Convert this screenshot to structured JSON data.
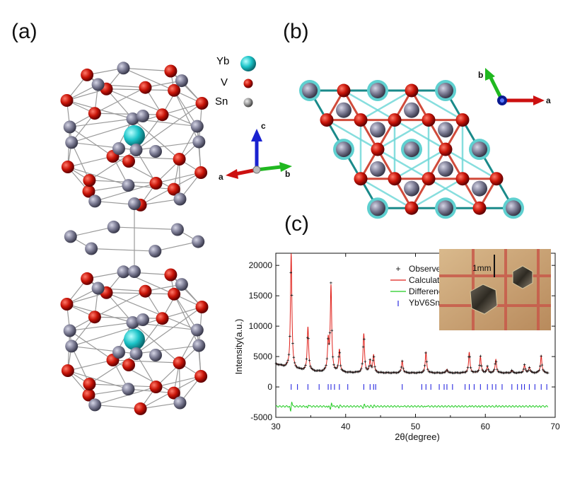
{
  "panels": {
    "a": "(a)",
    "b": "(b)",
    "c": "(c)"
  },
  "legend_atoms": [
    {
      "label": "Yb",
      "color": "#22c8c8"
    },
    {
      "label": "V",
      "color": "#cc1a10"
    },
    {
      "label": "Sn",
      "color": "#8a8a9a"
    }
  ],
  "axes_a": {
    "c": "c",
    "a": "a",
    "b": "b"
  },
  "axes_b": {
    "b": "b",
    "a": "a"
  },
  "photo": {
    "scale_label": "1mm"
  },
  "chart_data": {
    "type": "line",
    "xlabel": "2θ(degree)",
    "ylabel": "Intensity(a.u.)",
    "xlim": [
      30,
      70
    ],
    "ylim": [
      -5000,
      22000
    ],
    "xticks": [
      30,
      40,
      50,
      60,
      70
    ],
    "yticks": [
      -5000,
      0,
      5000,
      10000,
      15000,
      20000
    ],
    "legend_position": "top-right",
    "series": [
      {
        "name": "Observed",
        "marker": "+",
        "color": "#111111"
      },
      {
        "name": "Calculated",
        "line": "solid",
        "color": "#e0201a"
      },
      {
        "name": "Difference",
        "line": "solid",
        "color": "#22cc22"
      },
      {
        "name": "YbV6Sn6",
        "marker": "|",
        "color": "#2a2ae0"
      }
    ],
    "background": 2300,
    "peaks": [
      {
        "x": 32.2,
        "y": 21200
      },
      {
        "x": 34.6,
        "y": 9500
      },
      {
        "x": 37.5,
        "y": 7200
      },
      {
        "x": 37.9,
        "y": 16300
      },
      {
        "x": 39.1,
        "y": 6000
      },
      {
        "x": 42.6,
        "y": 8700
      },
      {
        "x": 43.5,
        "y": 4200
      },
      {
        "x": 44.0,
        "y": 5200
      },
      {
        "x": 48.1,
        "y": 4300
      },
      {
        "x": 51.5,
        "y": 5700
      },
      {
        "x": 54.5,
        "y": 2900
      },
      {
        "x": 57.7,
        "y": 5700
      },
      {
        "x": 59.3,
        "y": 5000
      },
      {
        "x": 60.3,
        "y": 3300
      },
      {
        "x": 61.5,
        "y": 4500
      },
      {
        "x": 63.8,
        "y": 2700
      },
      {
        "x": 65.6,
        "y": 3600
      },
      {
        "x": 66.3,
        "y": 3200
      },
      {
        "x": 68.0,
        "y": 5200
      }
    ],
    "bragg_positions": [
      32.2,
      33.1,
      34.6,
      36.2,
      37.5,
      37.9,
      38.4,
      39.1,
      40.3,
      42.6,
      43.5,
      44.0,
      44.3,
      48.1,
      50.9,
      51.5,
      52.2,
      53.4,
      54.1,
      54.5,
      55.3,
      57.1,
      57.7,
      58.4,
      59.3,
      60.3,
      61.0,
      61.5,
      62.4,
      63.8,
      64.6,
      65.2,
      65.6,
      66.3,
      67.1,
      68.0,
      68.8
    ],
    "bragg_y": 0,
    "difference_offset": -3200
  }
}
